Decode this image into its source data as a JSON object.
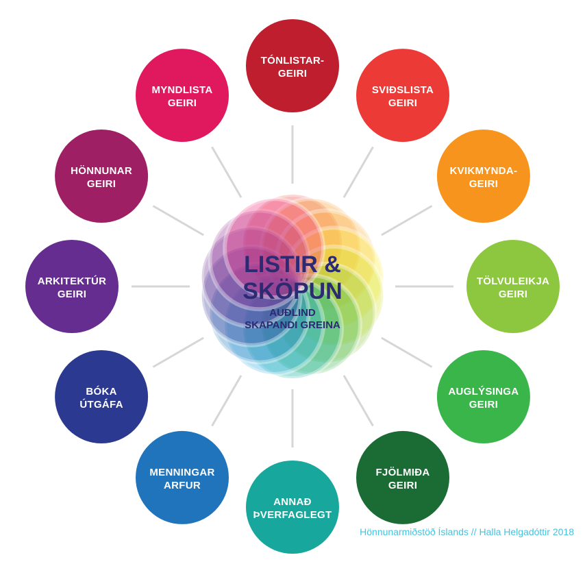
{
  "center": {
    "title_line1": "LISTIR &",
    "title_line2": "SKÖPUN",
    "subtitle_line1": "AUÐLIND",
    "subtitle_line2": "SKAPANDI GREINA",
    "text_color": "#2b2a73"
  },
  "sectors": [
    {
      "id": "tonlistar",
      "lines": [
        "TÓNLISTAR-",
        "GEIRI"
      ],
      "color": "#be1e2d"
    },
    {
      "id": "svidslista",
      "lines": [
        "SVIÐSLISTA",
        "GEIRI"
      ],
      "color": "#ec3a36"
    },
    {
      "id": "kvikmynda",
      "lines": [
        "KVIKMYNDA-",
        "GEIRI"
      ],
      "color": "#f7941d"
    },
    {
      "id": "tolvuleikja",
      "lines": [
        "TÖLVULEIKJA",
        "GEIRI"
      ],
      "color": "#8dc63f"
    },
    {
      "id": "auglysinga",
      "lines": [
        "AUGLÝSINGA",
        "GEIRI"
      ],
      "color": "#39b54a"
    },
    {
      "id": "fjolmida",
      "lines": [
        "FJÖLMIÐA",
        "GEIRI"
      ],
      "color": "#1a6b34"
    },
    {
      "id": "annad",
      "lines": [
        "ANNAÐ",
        "ÞVERFAGLEGT"
      ],
      "color": "#17a79c"
    },
    {
      "id": "menningar",
      "lines": [
        "MENNINGAR",
        "ARFUR"
      ],
      "color": "#1f74bb"
    },
    {
      "id": "boka",
      "lines": [
        "BÓKA",
        "ÚTGÁFA"
      ],
      "color": "#2b3990"
    },
    {
      "id": "arkitektur",
      "lines": [
        "ARKITEKTÚR",
        "GEIRI"
      ],
      "color": "#662d91"
    },
    {
      "id": "honnunar",
      "lines": [
        "HÖNNUNAR",
        "GEIRI"
      ],
      "color": "#9e1f63"
    },
    {
      "id": "myndlista",
      "lines": [
        "MYNDLISTA",
        "GEIRI"
      ],
      "color": "#e0195f"
    }
  ],
  "rosette_colors": [
    "#ef4136",
    "#f7941d",
    "#fbb040",
    "#f9ed32",
    "#d7df23",
    "#8dc63f",
    "#39b54a",
    "#00a79d",
    "#27aae1",
    "#1c75bc",
    "#2e3192",
    "#662d91",
    "#92278f",
    "#ee2a7b"
  ],
  "credit": "Hönnunarmiðstöð Íslands // Halla Helgadóttir 2018",
  "credit_color": "#44c3dd"
}
